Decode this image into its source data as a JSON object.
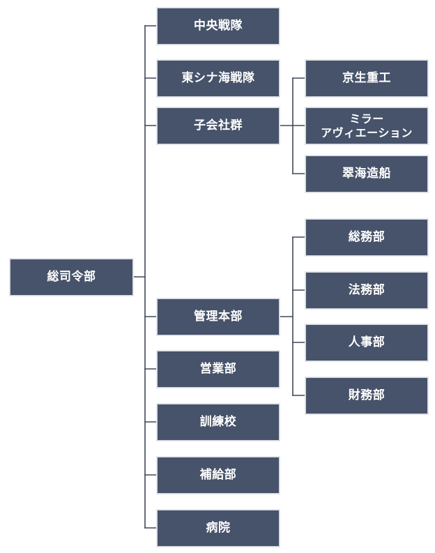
{
  "org": {
    "root": {
      "label": "総司令部"
    },
    "children": [
      {
        "label": "中央戦隊"
      },
      {
        "label": "東シナ海戦隊"
      },
      {
        "label": "子会社群"
      },
      {
        "label": "管理本部"
      },
      {
        "label": "営業部"
      },
      {
        "label": "訓練校"
      },
      {
        "label": "補給部"
      },
      {
        "label": "病院"
      }
    ],
    "subsidiaries": [
      {
        "label": "京生重工"
      },
      {
        "label": "ミラー",
        "label2": "アヴィエーション"
      },
      {
        "label": "翠海造船"
      }
    ],
    "admin_units": [
      {
        "label": "総務部"
      },
      {
        "label": "法務部"
      },
      {
        "label": "人事部"
      },
      {
        "label": "財務部"
      }
    ]
  },
  "colors": {
    "node_fill": "#47536a",
    "node_text": "#ffffff",
    "connector": "#3f4858"
  }
}
